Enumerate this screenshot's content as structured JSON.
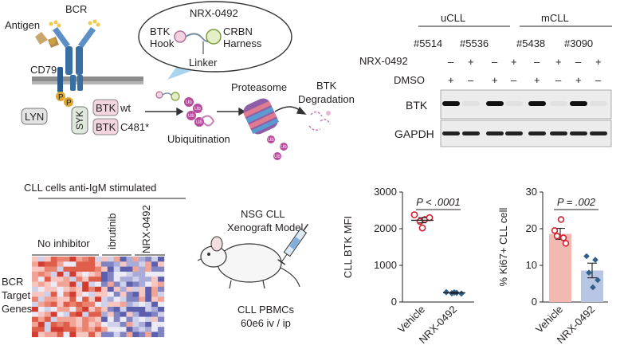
{
  "signaling": {
    "antigen": "Antigen",
    "bcr": "BCR",
    "cd79": "CD79",
    "p": "P",
    "lyn": "LYN",
    "syk": "SYK",
    "btk_wt": {
      "box": "BTK",
      "suffix": "wt"
    },
    "btk_mut": {
      "box": "BTK",
      "suffix": "C481*"
    }
  },
  "degrader": {
    "name": "NRX-0492",
    "btk_hook": [
      "BTK",
      "Hook"
    ],
    "crbn_harness": [
      "CRBN",
      "Harness"
    ],
    "linker": "Linker",
    "ub": "Ub",
    "ubiquitination": "Ubiquitination",
    "proteasome": "Proteasome",
    "btk_degradation": [
      "BTK",
      "Degradation"
    ]
  },
  "blot": {
    "groups": [
      "uCLL",
      "mCLL"
    ],
    "samples": [
      "#5514",
      "#5536",
      "#5438",
      "#3090"
    ],
    "row_labels": [
      "NRX-0492",
      "DMSO"
    ],
    "nrx_row": [
      "–",
      "+",
      "–",
      "+",
      "–",
      "+",
      "–",
      "+"
    ],
    "dmso_row": [
      "+",
      "–",
      "+",
      "–",
      "+",
      "–",
      "+",
      "–"
    ],
    "bands": [
      "BTK",
      "GAPDH"
    ],
    "btk_intensity": [
      1,
      0.05,
      1,
      0.05,
      1,
      0.05,
      1,
      0.05
    ],
    "gapdh_intensity": [
      1,
      1,
      1,
      1,
      1,
      1,
      1,
      1
    ]
  },
  "heatmap": {
    "title": "CLL cells anti-IgM stimulated",
    "groups": [
      "No inhibitor",
      "ibrutinib",
      "NRX-0492"
    ],
    "row_label": [
      "BCR",
      "Target",
      "Genes"
    ]
  },
  "xenograft": {
    "title": [
      "NSG CLL",
      "Xenograft Model"
    ],
    "dose": [
      "CLL PBMCs",
      "60e6 iv / ip"
    ]
  },
  "chart_data": [
    {
      "type": "scatter",
      "title": "",
      "categories": [
        "Vehicle",
        "NRX-0492"
      ],
      "ylabel": "CLL BTK MFI",
      "ylim": [
        0,
        3000
      ],
      "yticks": [
        "0",
        "1000",
        "2000",
        "3000"
      ],
      "series": [
        {
          "category": "Vehicle",
          "color": "#d62030",
          "marker": "circle",
          "values": [
            2380,
            2200,
            2250,
            2300,
            2020
          ],
          "mean": 2230,
          "sem": 70
        },
        {
          "category": "NRX-0492",
          "color": "#2e5f8a",
          "marker": "diamond",
          "values": [
            270,
            240,
            250,
            230,
            260
          ],
          "mean": 250,
          "sem": 15
        }
      ],
      "annotation": "P < .0001"
    },
    {
      "type": "bar",
      "title": "",
      "categories": [
        "Vehicle",
        "NRX-0492"
      ],
      "ylabel": "% Ki67+ CLL cell",
      "ylim": [
        0,
        30
      ],
      "yticks": [
        "0",
        "10",
        "20",
        "30"
      ],
      "values": [
        18.6,
        8.6
      ],
      "sem": [
        1.5,
        2.0
      ],
      "bar_colors": [
        "#f2b9b0",
        "#b9c6e3"
      ],
      "points": [
        [
          19.5,
          17.5,
          18.0,
          16.0,
          22.5
        ],
        [
          12.5,
          11.5,
          8.0,
          6.0,
          4.0
        ]
      ],
      "point_colors": [
        "#d62030",
        "#2e5f8a"
      ],
      "annotation": "P = .002"
    }
  ]
}
